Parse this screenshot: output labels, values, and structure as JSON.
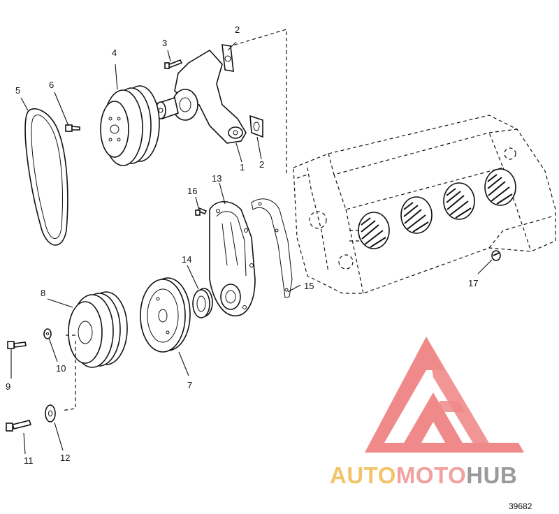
{
  "callouts": {
    "c1": "1",
    "c2a": "2",
    "c2b": "2",
    "c3": "3",
    "c4": "4",
    "c5": "5",
    "c6": "6",
    "c7": "7",
    "c8": "8",
    "c9": "9",
    "c10": "10",
    "c11": "11",
    "c12": "12",
    "c13": "13",
    "c14": "14",
    "c15": "15",
    "c16": "16",
    "c17": "17"
  },
  "figure_number": "39682",
  "watermark": {
    "part1": "AUTO",
    "part2": "MOTO",
    "part3": "HUB",
    "colors": {
      "triangle": "#f08a8a",
      "auto": "#f2c46a",
      "moto": "#f2a0a0",
      "hub": "#9a9a9a"
    }
  }
}
